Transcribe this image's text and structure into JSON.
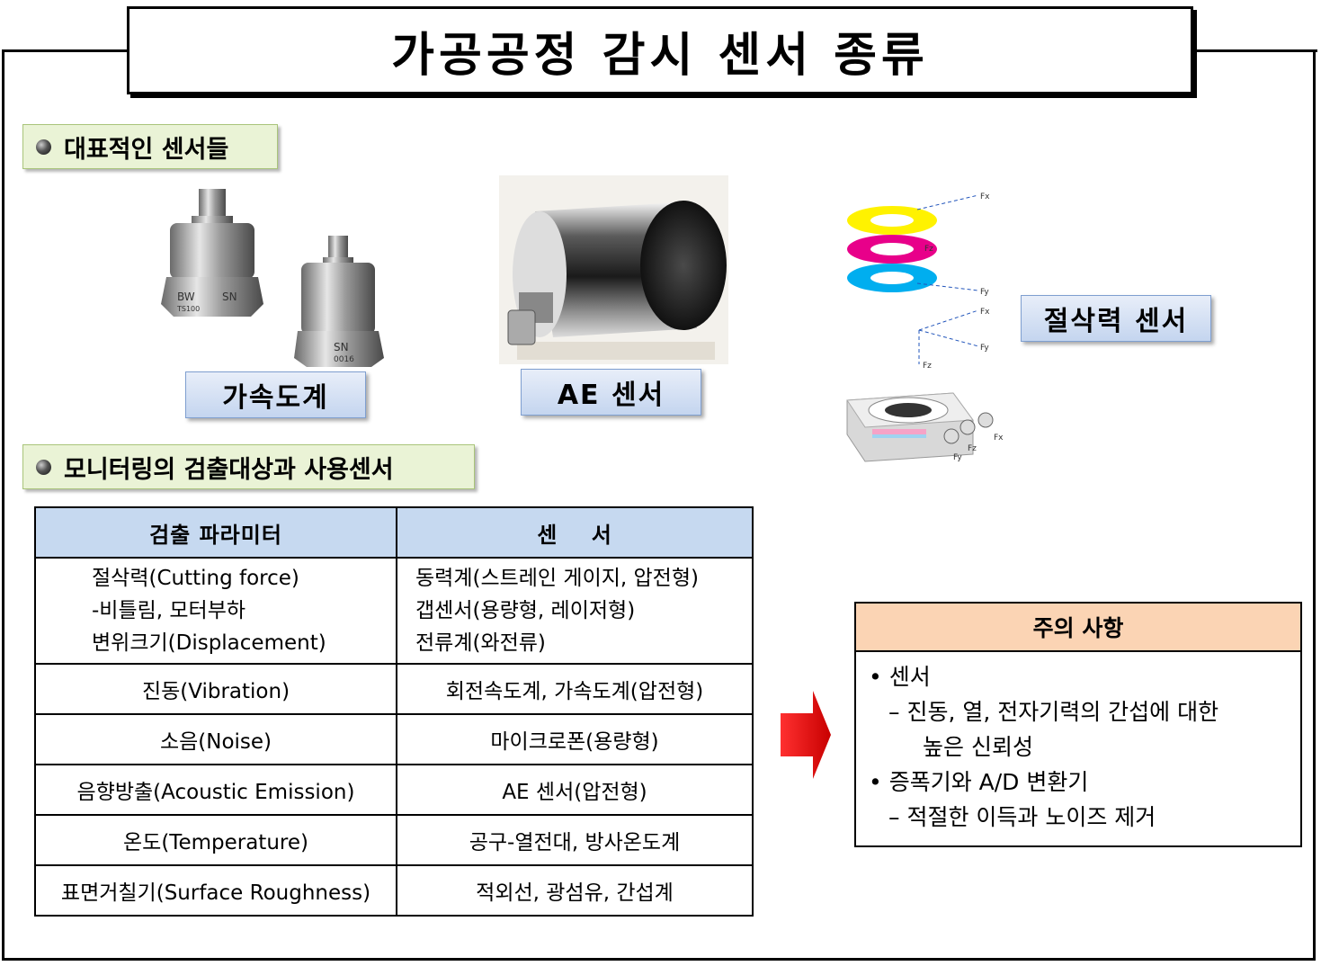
{
  "title": "가공공정 감시 센서 종류",
  "section1": {
    "label": "대표적인 센서들"
  },
  "section2": {
    "label": "모니터링의 검출대상과 사용센서"
  },
  "captions": {
    "accelerometer": "가속도계",
    "ae_sensor": "AE 센서",
    "force_sensor": "절삭력 센서"
  },
  "table": {
    "headers": [
      "검출 파라미터",
      "센    서"
    ],
    "rows": [
      {
        "param_lines": [
          "절삭력(Cutting force)",
          "-비틀림, 모터부하",
          "변위크기(Displacement)"
        ],
        "sensor_lines": [
          "동력계(스트레인 게이지, 압전형)",
          "갭센서(용량형, 레이저형)",
          "전류계(와전류)"
        ]
      },
      {
        "param": "진동(Vibration)",
        "sensor": "회전속도계, 가속도계(압전형)"
      },
      {
        "param": "소음(Noise)",
        "sensor": "마이크로폰(용량형)"
      },
      {
        "param": "음향방출(Acoustic Emission)",
        "sensor": "AE 센서(압전형)"
      },
      {
        "param": "온도(Temperature)",
        "sensor": "공구-열전대, 방사온도계"
      },
      {
        "param": "표면거칠기(Surface Roughness)",
        "sensor": "적외선, 광섬유, 간섭계"
      }
    ]
  },
  "notes": {
    "header": "주의 사항",
    "lines": [
      "• 센서",
      "– 진동, 열, 전자기력의 간섭에 대한",
      "높은 신뢰성",
      "• 증폭기와 A/D 변환기",
      "– 적절한 이득과 노이즈 제거"
    ]
  },
  "diagram_labels": {
    "fx": "Fx",
    "fy": "Fy",
    "fz": "Fz"
  },
  "sensor_markings": {
    "bw": "BW",
    "sn": "SN",
    "model": "TS100",
    "serial": "0016"
  },
  "colors": {
    "ring1": "#fff200",
    "ring2": "#e8008a",
    "ring3": "#00aeef",
    "arrow": "#e60000"
  }
}
